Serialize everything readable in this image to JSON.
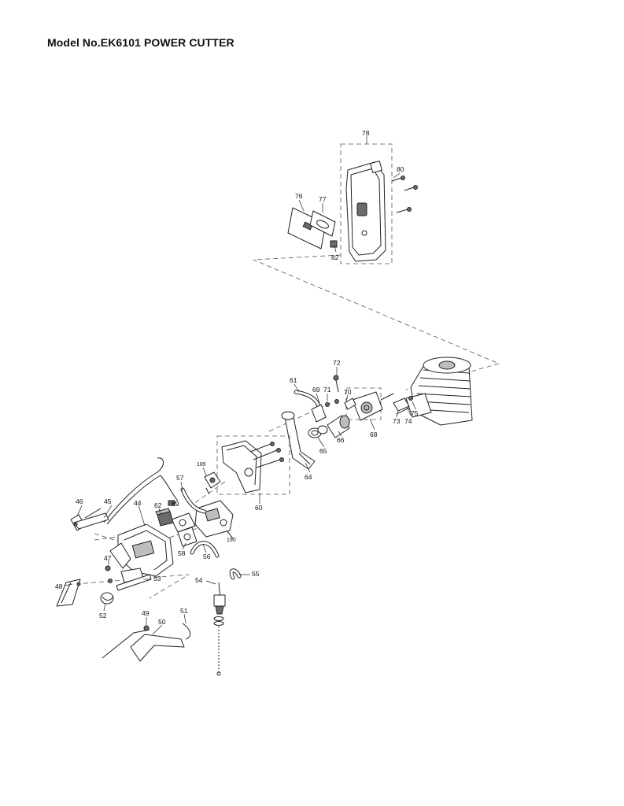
{
  "title": "Model No.EK6101 POWER CUTTER",
  "parts": {
    "p44": "44",
    "p45": "45",
    "p46": "46",
    "p47": "47",
    "p48": "48",
    "p49": "49",
    "p50": "50",
    "p51": "51",
    "p52": "52",
    "p53": "53",
    "p54": "54",
    "p55": "55",
    "p56": "56",
    "p57": "57",
    "p58": "58",
    "p59": "59",
    "p60": "60",
    "p61": "61",
    "p62": "62",
    "p64": "64",
    "p65": "65",
    "p66": "66",
    "p68": "68",
    "p69": "69",
    "p70": "70",
    "p71": "71",
    "p72": "72",
    "p73": "73",
    "p74": "74",
    "p75": "75",
    "p76": "76",
    "p77": "77",
    "p78": "78",
    "p80": "80",
    "p82": "82",
    "p185": "185",
    "p190": "190"
  }
}
